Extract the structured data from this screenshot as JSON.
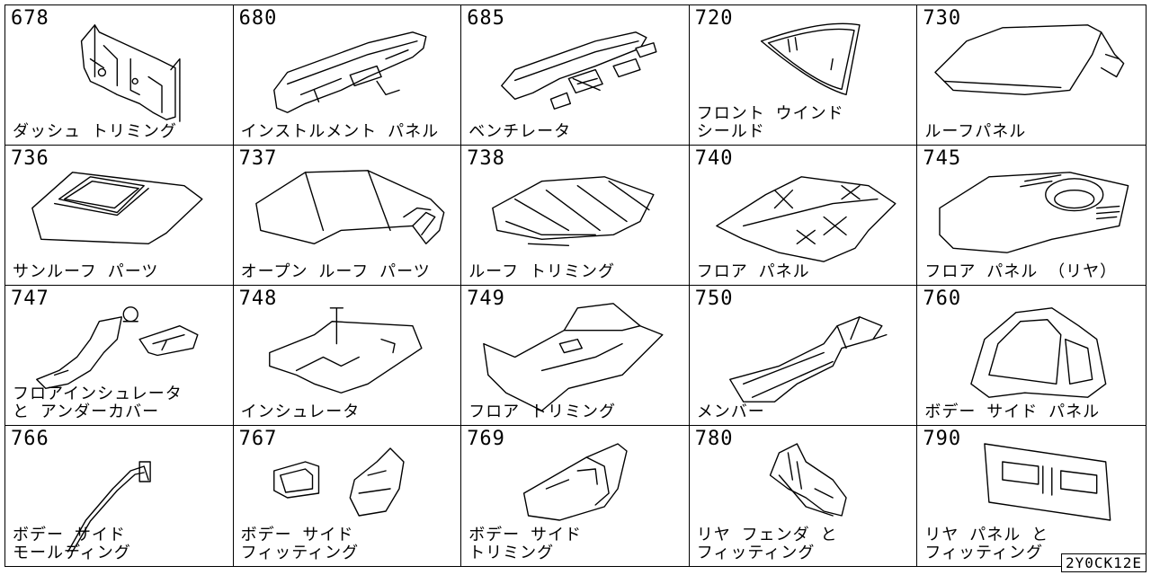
{
  "parts": [
    {
      "code": "678",
      "label": "ダッシュ トリミング",
      "icon": "dash-trim-icon"
    },
    {
      "code": "680",
      "label": "インストルメント パネル",
      "icon": "instrument-panel-icon"
    },
    {
      "code": "685",
      "label": "ベンチレータ",
      "icon": "ventilator-icon"
    },
    {
      "code": "720",
      "label": "フロント ウインド\nシールド",
      "icon": "windshield-icon"
    },
    {
      "code": "730",
      "label": "ルーフパネル",
      "icon": "roof-panel-icon"
    },
    {
      "code": "736",
      "label": "サンルーフ パーツ",
      "icon": "sunroof-icon"
    },
    {
      "code": "737",
      "label": "オープン ルーフ パーツ",
      "icon": "open-roof-icon"
    },
    {
      "code": "738",
      "label": "ルーフ トリミング",
      "icon": "roof-trim-icon"
    },
    {
      "code": "740",
      "label": "フロア パネル",
      "icon": "floor-panel-icon"
    },
    {
      "code": "745",
      "label": "フロア パネル （リヤ）",
      "icon": "rear-floor-panel-icon"
    },
    {
      "code": "747",
      "label": "フロアインシュレータ\nと アンダーカバー",
      "icon": "floor-insulator-icon"
    },
    {
      "code": "748",
      "label": "インシュレータ",
      "icon": "insulator-icon"
    },
    {
      "code": "749",
      "label": "フロア トリミング",
      "icon": "floor-trim-icon"
    },
    {
      "code": "750",
      "label": "メンバー",
      "icon": "member-frame-icon"
    },
    {
      "code": "760",
      "label": "ボデー サイド パネル",
      "icon": "body-side-panel-icon"
    },
    {
      "code": "766",
      "label": "ボデー サイド\nモールディング",
      "icon": "side-molding-icon"
    },
    {
      "code": "767",
      "label": "ボデー サイド\nフィッティング",
      "icon": "side-fitting-icon"
    },
    {
      "code": "769",
      "label": "ボデー サイド\nトリミング",
      "icon": "side-trim-icon"
    },
    {
      "code": "780",
      "label": "リヤ フェンダ と\nフィッティング",
      "icon": "rear-fender-icon"
    },
    {
      "code": "790",
      "label": "リヤ パネル と\nフィッティング",
      "icon": "rear-panel-icon"
    }
  ],
  "footer": {
    "ref": "2Y0CK12E"
  }
}
